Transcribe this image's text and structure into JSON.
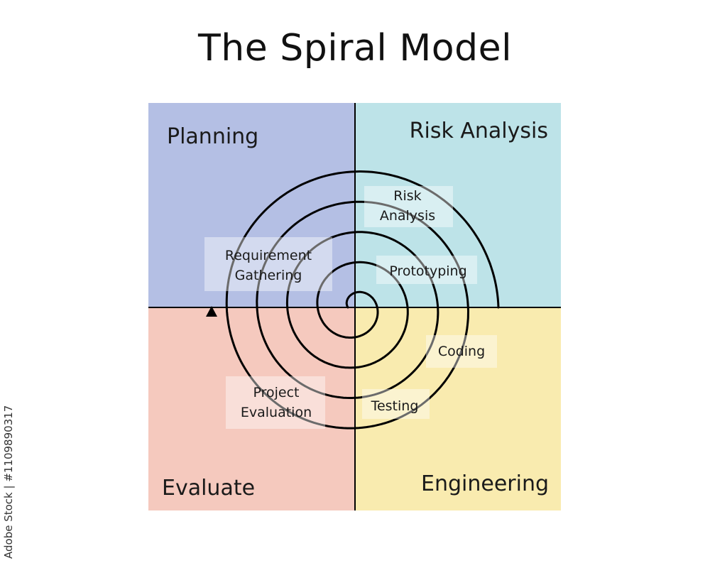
{
  "title": "The Spiral Model",
  "quadrants": {
    "top_left": {
      "label": "Planning",
      "color": "#b4bfe4"
    },
    "top_right": {
      "label": "Risk Analysis",
      "color": "#bde3e8"
    },
    "bottom_left": {
      "label": "Evaluate",
      "color": "#f5c9be"
    },
    "bottom_right": {
      "label": "Engineering",
      "color": "#f9ebaf"
    }
  },
  "steps": {
    "requirement": [
      "Requirement",
      "Gathering"
    ],
    "risk": [
      "Risk",
      "Analysis"
    ],
    "prototyping": "Prototyping",
    "coding": "Coding",
    "testing": "Testing",
    "evaluation": [
      "Project",
      "Evaluation"
    ]
  },
  "side_text": "Adobe Stock | #1109890317",
  "colors": {
    "spiral": "#000000",
    "axis": "#000000",
    "label_box": "rgba(255,255,255,0.42)"
  }
}
